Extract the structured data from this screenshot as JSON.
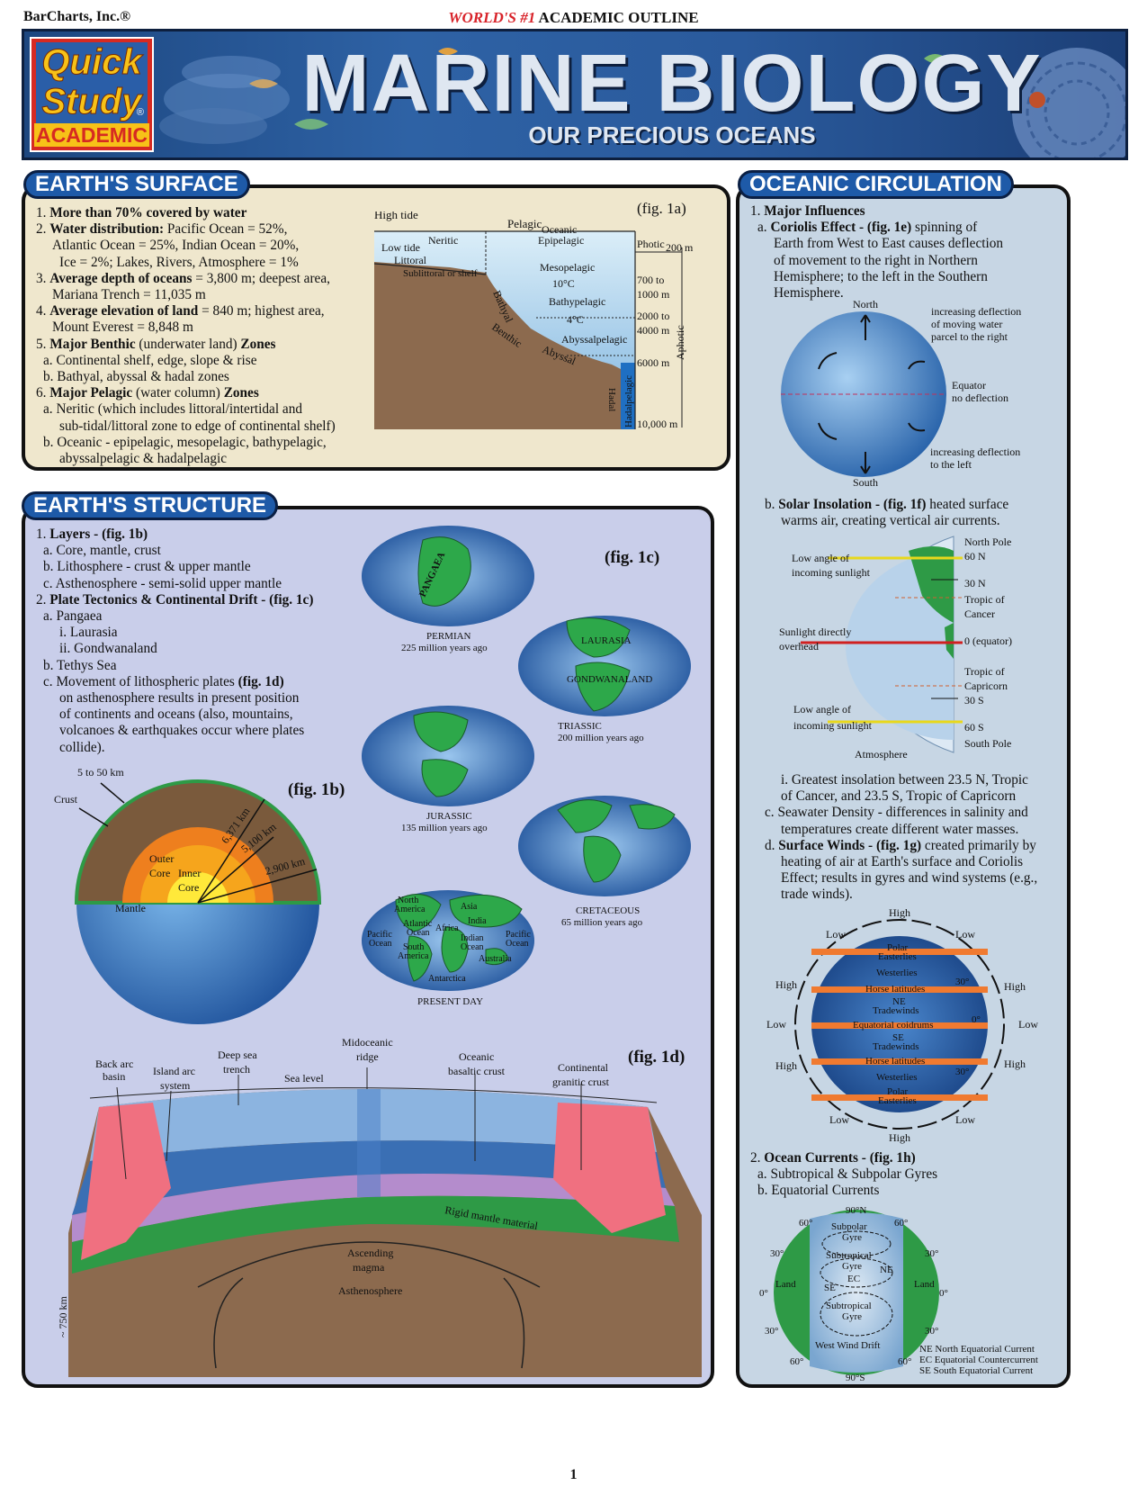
{
  "header": {
    "publisher": "BarCharts, Inc.®",
    "tagline_red": "WORLD'S #1",
    "tagline_rest": " ACADEMIC OUTLINE",
    "logo_line1": "Quick",
    "logo_line2": "Study",
    "logo_reg": "®",
    "logo_academic": "ACADEMIC",
    "title": "MARINE BIOLOGY",
    "subtitle": "OUR PRECIOUS OCEANS"
  },
  "surface": {
    "heading": "EARTH'S SURFACE",
    "items": [
      {
        "n": "1. ",
        "b": "More than 70% covered by water",
        "t": ""
      },
      {
        "n": "2. ",
        "b": "Water distribution:",
        "t": " Pacific Ocean = 52%,"
      },
      {
        "n": "",
        "b": "",
        "t": "Atlantic Ocean = 25%, Indian Ocean = 20%,"
      },
      {
        "n": "",
        "b": "",
        "t": "Ice = 2%; Lakes, Rivers, Atmosphere = 1%"
      },
      {
        "n": "3. ",
        "b": "Average depth of oceans",
        "t": " =  3,800 m; deepest area,"
      },
      {
        "n": "",
        "b": "",
        "t": "Mariana Trench = 11,035 m"
      },
      {
        "n": "4. ",
        "b": "Average elevation of land",
        "t": " = 840 m; highest area,"
      },
      {
        "n": "",
        "b": "",
        "t": "Mount Everest = 8,848 m"
      },
      {
        "n": "5. ",
        "b": "Major Benthic",
        "t": " (underwater land) ",
        "b2": "Zones"
      },
      {
        "n": "a. ",
        "b": "",
        "t": "Continental shelf, edge, slope & rise"
      },
      {
        "n": "b. ",
        "b": "",
        "t": "Bathyal, abyssal & hadal zones"
      },
      {
        "n": "6. ",
        "b": "Major Pelagic",
        "t": " (water column) ",
        "b2": "Zones"
      },
      {
        "n": "a. ",
        "b": "",
        "t": "Neritic (which includes littoral/intertidal and"
      },
      {
        "n": "",
        "b": "",
        "t": "sub-tidal/littoral zone to edge of continental shelf)"
      },
      {
        "n": "b. ",
        "b": "",
        "t": "Oceanic - epipelagic, mesopelagic, bathypelagic,"
      },
      {
        "n": "",
        "b": "",
        "t": "abyssalpelagic & hadalpelagic"
      }
    ],
    "fig": {
      "label": "(fig. 1a)",
      "high_tide": "High tide",
      "low_tide": "Low tide",
      "pelagic": "Pelagic",
      "oceanic": "Oceanic",
      "neritic": "Neritic",
      "epipelagic": "Epipelagic",
      "littoral": "Littoral",
      "sublittoral": "Sublittoral or shelf",
      "photic": "Photic",
      "d200": "200 m",
      "mesopelagic": "Mesopelagic",
      "t10": "10°C",
      "d700": "700 to",
      "d1000": "1000 m",
      "bathypelagic": "Bathypelagic",
      "d2000": "2000 to",
      "d4000": "4000 m",
      "t4": "4°C",
      "abyssalpelagic": "Abyssalpelagic",
      "aphotic": "Aphotic",
      "bathyal": "Bathyal",
      "benthic": "Benthic",
      "abyssal": "Abyssal",
      "d6000": "6000 m",
      "hadal": "Hadal",
      "hadalpelagic": "Hadalpelagic",
      "d10000": "10,000 m"
    }
  },
  "structure": {
    "heading": "EARTH'S STRUCTURE",
    "items": [
      {
        "n": "1. ",
        "b": "Layers - (fig. 1b)",
        "t": ""
      },
      {
        "n": "a. ",
        "b": "",
        "t": "Core, mantle, crust"
      },
      {
        "n": "b. ",
        "b": "",
        "t": "Lithosphere - crust & upper mantle"
      },
      {
        "n": "c. ",
        "b": "",
        "t": "Asthenosphere - semi-solid upper mantle"
      },
      {
        "n": "2. ",
        "b": "Plate Tectonics & Continental Drift - (fig. 1c)",
        "t": ""
      },
      {
        "n": "a. ",
        "b": "",
        "t": "Pangaea"
      },
      {
        "n": "i. ",
        "b": "",
        "t": "Laurasia"
      },
      {
        "n": "ii. ",
        "b": "",
        "t": "Gondwanaland"
      },
      {
        "n": "b. ",
        "b": "",
        "t": "Tethys Sea"
      },
      {
        "n": "c. ",
        "b": "",
        "t": "Movement of lithospheric plates ",
        "b2": "(fig. 1d)"
      },
      {
        "n": "",
        "b": "",
        "t": "on asthenosphere results in present position"
      },
      {
        "n": "",
        "b": "",
        "t": "of continents and oceans (also, mountains,"
      },
      {
        "n": "",
        "b": "",
        "t": "volcanoes & earthquakes occur where plates"
      },
      {
        "n": "",
        "b": "",
        "t": "collide)."
      }
    ],
    "fig1b": {
      "label": "(fig. 1b)",
      "thickness": "5 to 50 km",
      "crust": "Crust",
      "r6371": "6,371 km",
      "r5100": "5,100 km",
      "r2900": "2,900 km",
      "outer_core_1": "Outer",
      "outer_core_2": "Core",
      "inner_core_1": "Inner",
      "inner_core_2": "Core",
      "mantle": "Mantle"
    },
    "fig1c": {
      "label": "(fig. 1c)",
      "permian": "PERMIAN",
      "permian_age": "225 million years ago",
      "pangaea": "PANGAEA",
      "triassic": "TRIASSIC",
      "triassic_age": "200 million years ago",
      "laurasia": "LAURASIA",
      "gondwanaland": "GONDWANALAND",
      "jurassic": "JURASSIC",
      "jurassic_age": "135 million years ago",
      "cretaceous": "CRETACEOUS",
      "cretaceous_age": "65 million years ago",
      "present": "PRESENT DAY",
      "north_america_1": "North",
      "north_america_2": "America",
      "asia": "Asia",
      "atlantic_1": "Atlantic",
      "atlantic_2": "Ocean",
      "africa": "Africa",
      "india": "India",
      "pacific_1": "Pacific",
      "pacific_2": "Ocean",
      "south_america_1": "South",
      "south_america_2": "America",
      "indian_1": "Indian",
      "indian_2": "Ocean",
      "australia": "Australia",
      "antarctica": "Antarctica"
    },
    "fig1d": {
      "label": "(fig. 1d)",
      "back_arc_1": "Back arc",
      "back_arc_2": "basin",
      "island_arc_1": "Island arc",
      "island_arc_2": "system",
      "trench_1": "Deep sea",
      "trench_2": "trench",
      "sea_level": "Sea level",
      "ridge_1": "Midoceanic",
      "ridge_2": "ridge",
      "oceanic_1": "Oceanic",
      "oceanic_2": "basaltic crust",
      "continental_1": "Continental",
      "continental_2": "granitic crust",
      "rigid": "Rigid mantle material",
      "ascending_1": "Ascending",
      "ascending_2": "magma",
      "asthenosphere": "Asthenosphere",
      "depth": "~ 750 km"
    }
  },
  "circulation": {
    "heading": "OCEANIC CIRCULATION",
    "items_a": [
      {
        "n": "1. ",
        "b": "Major Influences",
        "t": ""
      },
      {
        "n": "a. ",
        "b": "Coriolis Effect - (fig. 1e)",
        "t": " spinning of"
      },
      {
        "n": "",
        "b": "",
        "t": "Earth from West to East causes deflection"
      },
      {
        "n": "",
        "b": "",
        "t": "of movement to the right  in Northern"
      },
      {
        "n": "",
        "b": "",
        "t": "Hemisphere; to the left in the Southern"
      },
      {
        "n": "",
        "b": "",
        "t": "Hemisphere."
      }
    ],
    "fig1e": {
      "north": "North",
      "south": "South",
      "right_1": "increasing deflection",
      "right_2": "of moving water",
      "right_3": "parcel to the right",
      "equator_1": "Equator",
      "equator_2": "no deflection",
      "left_1": "increasing deflection",
      "left_2": "to the left"
    },
    "items_b": [
      {
        "n": "b. ",
        "b": "Solar Insolation - (fig. 1f)",
        "t": " heated surface"
      },
      {
        "n": "",
        "b": "",
        "t": "warms air, creating vertical air currents."
      }
    ],
    "fig1f": {
      "north_pole": "North Pole",
      "n60": "60 N",
      "n30": "30 N",
      "tropic_cancer_1": "Tropic of",
      "tropic_cancer_2": "Cancer",
      "equator": "0 (equator)",
      "tropic_cap_1": "Tropic of",
      "tropic_cap_2": "Capricorn",
      "s30": "30 S",
      "s60": "60 S",
      "south_pole": "South Pole",
      "low_angle_1": "Low angle of",
      "low_angle_2": "incoming sunlight",
      "direct_1": "Sunlight directly",
      "direct_2": "overhead",
      "low_angle_3": "Low angle of",
      "low_angle_4": "incoming sunlight",
      "atmosphere": "Atmosphere"
    },
    "items_c": [
      {
        "n": "i. ",
        "b": "",
        "t": "Greatest insolation between 23.5 N, Tropic"
      },
      {
        "n": "",
        "b": "",
        "t": "of Cancer, and 23.5 S, Tropic of Capricorn"
      },
      {
        "n": "c. ",
        "b": "",
        "t": "Seawater Density - differences in salinity and"
      },
      {
        "n": "",
        "b": "",
        "t": "temperatures create different water masses."
      },
      {
        "n": "d. ",
        "b": "Surface Winds - (fig. 1g)",
        "t": " created primarily by"
      },
      {
        "n": "",
        "b": "",
        "t": "heating of air at Earth's surface and Coriolis"
      },
      {
        "n": "",
        "b": "",
        "t": "Effect; results in gyres and wind systems (e.g.,"
      },
      {
        "n": "",
        "b": "",
        "t": "trade winds)."
      }
    ],
    "fig1g": {
      "high": "High",
      "low": "Low",
      "polar_east_1": "Polar",
      "polar_east_2": "Easterlies",
      "westerlies": "Westerlies",
      "horse": "Horse latitudes",
      "ne_1": "NE",
      "ne_2": "Tradewinds",
      "doldrums": "Equatorial coidrums",
      "se_1": "SE",
      "se_2": "Tradewinds",
      "d30": "30°",
      "d0": "0°"
    },
    "items_d": [
      {
        "n": "2. ",
        "b": "Ocean Currents - (fig. 1h)",
        "t": ""
      },
      {
        "n": "a. ",
        "b": "",
        "t": "Subtropical & Subpolar Gyres"
      },
      {
        "n": "b. ",
        "b": "",
        "t": "Equatorial Currents"
      }
    ],
    "fig1h": {
      "n90": "90°N",
      "s90": "90°S",
      "d60": "60°",
      "d30": "30°",
      "d0": "0°",
      "subpolar_1": "Subpolar",
      "subpolar_2": "Gyre",
      "subtropical_1": "Subtropical",
      "subtropical_2": "Gyre",
      "ec": "EC",
      "ne": "NE",
      "se": "SE",
      "land": "Land",
      "west_wind": "West Wind Drift",
      "legend_1": "NE North Equatorial Current",
      "legend_2": "EC Equatorial Countercurrent",
      "legend_3": "SE South Equatorial Current"
    }
  },
  "page_number": "1"
}
